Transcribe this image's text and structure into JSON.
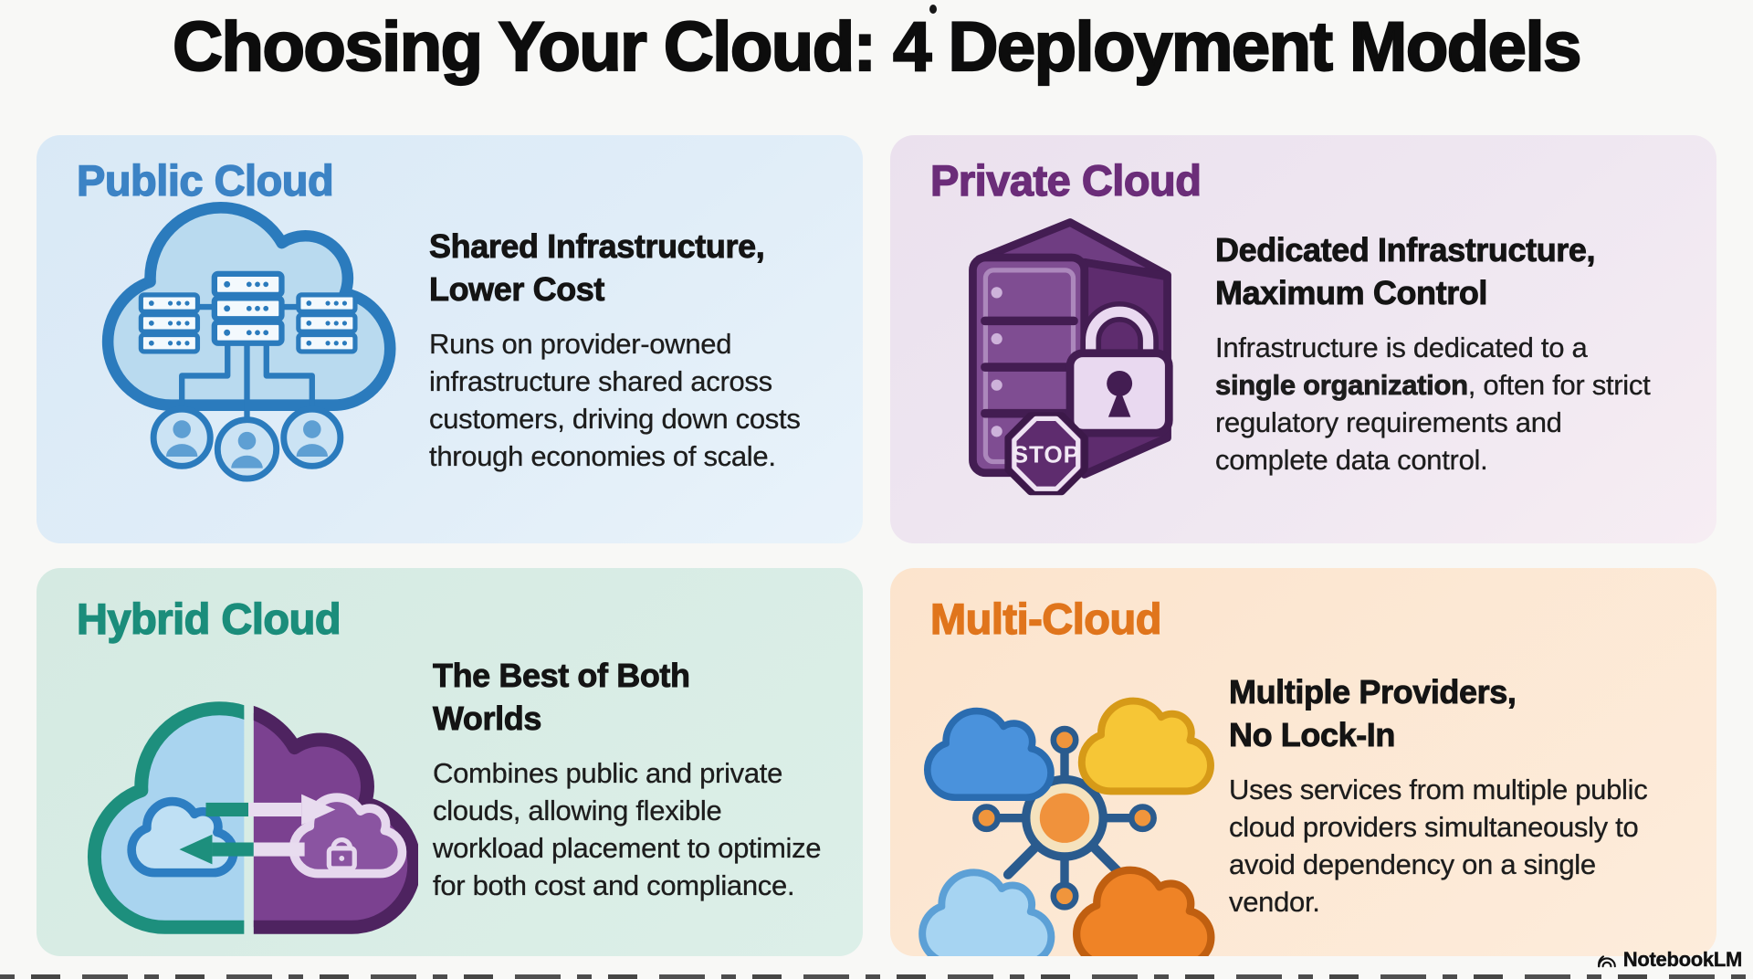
{
  "title": "Choosing Your Cloud: 4 Deployment Models",
  "cards": [
    {
      "title": "Public Cloud",
      "accent": "#3c83c5",
      "bg": "#dfecf7",
      "icon": "public-cloud-icon",
      "heading": "Shared Infrastructure,\nLower Cost",
      "body": "Runs on provider-owned infrastructure shared across customers, driving down costs through economies of scale."
    },
    {
      "title": "Private Cloud",
      "accent": "#6b2d79",
      "bg": "#ede4f0",
      "icon": "private-server-lock-icon",
      "heading": "Dedicated Infrastructure,\nMaximum Control",
      "body_pre": "Infrastructure is dedicated to a ",
      "body_bold": "single organization",
      "body_post": ", often for strict regulatory requirements and complete data control.",
      "stop_label": "STOP"
    },
    {
      "title": "Hybrid Cloud",
      "accent": "#1b8d7b",
      "bg": "#d8ebe4",
      "icon": "hybrid-split-cloud-icon",
      "heading": "The Best of Both\nWorlds",
      "body": "Combines public and private clouds, allowing flexible workload placement to optimize for both cost and compliance."
    },
    {
      "title": "Multi-Cloud",
      "accent": "#e0751c",
      "bg": "#fce7d2",
      "icon": "multi-cloud-network-icon",
      "heading": "Multiple Providers,\nNo Lock-In",
      "body": "Uses services from multiple public cloud providers simultaneously to avoid dependency on a single vendor."
    }
  ],
  "footer": {
    "brand": "NotebookLM"
  },
  "colors": {
    "page_bg": "#f8f8f6",
    "title_text": "#0d0d0d",
    "body_text": "#1d1d1d",
    "public_accent": "#3c83c5",
    "private_accent": "#6b2d79",
    "hybrid_accent": "#1b8d7b",
    "multi_accent": "#e0751c",
    "public_bg": "#dfecf7",
    "private_bg": "#ede4f0",
    "hybrid_bg": "#d8ebe4",
    "multi_bg": "#fce7d2"
  }
}
